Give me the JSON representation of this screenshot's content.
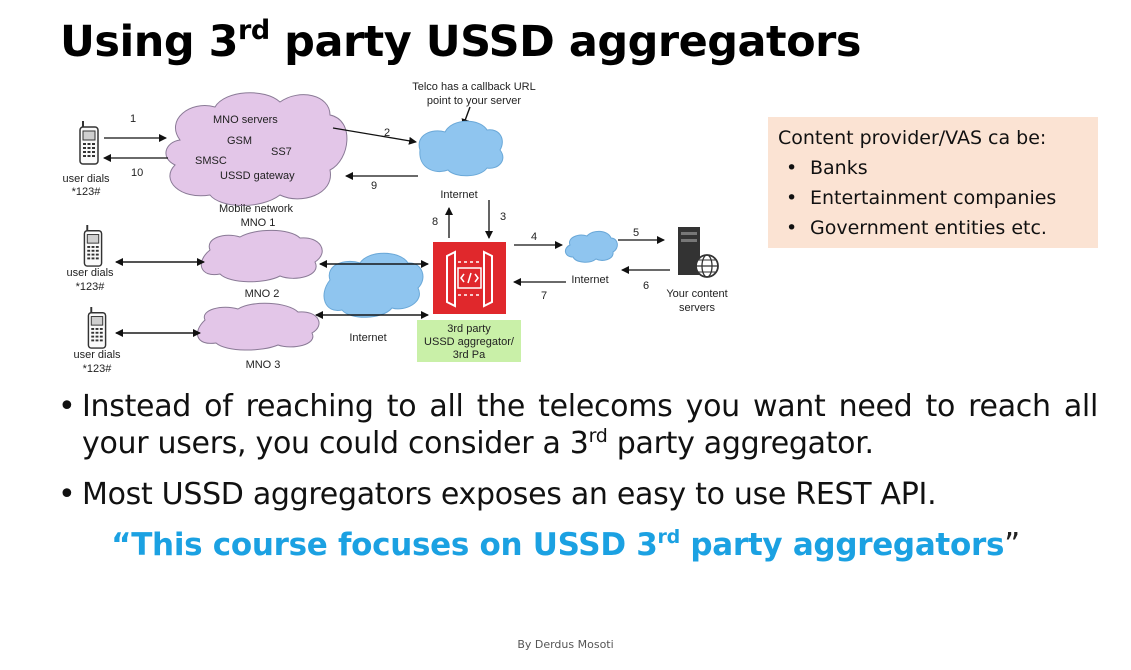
{
  "title": {
    "prefix": "Using 3",
    "sup": "rd",
    "suffix": " party USSD aggregators"
  },
  "diagram": {
    "callback_note_line1": "Telco has a callback URL",
    "callback_note_line2": "point to your server",
    "mno1_cloud": {
      "l1": "MNO servers",
      "l2": "GSM",
      "l3": "SS7",
      "l4": "SMSC",
      "l5": "USSD gateway"
    },
    "mno1_label_line1": "Mobile network",
    "mno1_label_line2": "MNO 1",
    "mno2_label": "MNO 2",
    "mno3_label": "MNO 3",
    "user_dials": "user dials",
    "ussd_code": "*123#",
    "internet": "Internet",
    "aggregator_label_line1": "3rd party",
    "aggregator_label_line2": "USSD aggregator/",
    "aggregator_label_line3": "3rd Pa",
    "content_servers_line1": "Your content",
    "content_servers_line2": "servers",
    "step_numbers": [
      "1",
      "2",
      "3",
      "4",
      "5",
      "6",
      "7",
      "8",
      "9",
      "10"
    ]
  },
  "vas_box": {
    "heading": "Content provider/VAS ca be:",
    "items": [
      "Banks",
      "Entertainment companies",
      "Government entities etc."
    ]
  },
  "bullets": {
    "b1_part1": "Instead of reaching to all the telecoms you want need to reach all your users, you could consider a 3",
    "b1_sup": "rd",
    "b1_part2": " party aggregator.",
    "b2": "Most USSD aggregators exposes an easy to use REST API."
  },
  "quote": {
    "open": "“",
    "part1": "This course focuses on USSD 3",
    "sup": "rd",
    "part2": " party aggregators",
    "close": "”"
  },
  "credit": "By Derdus Mosoti",
  "colors": {
    "accent": "#1ba1e2",
    "vas_bg": "#fbe3d3",
    "mno_cloud": "#e3c6e8",
    "internet_cloud": "#8fc5ef",
    "aggregator": "#e0282c",
    "label_highlight": "#c9f0a8"
  }
}
